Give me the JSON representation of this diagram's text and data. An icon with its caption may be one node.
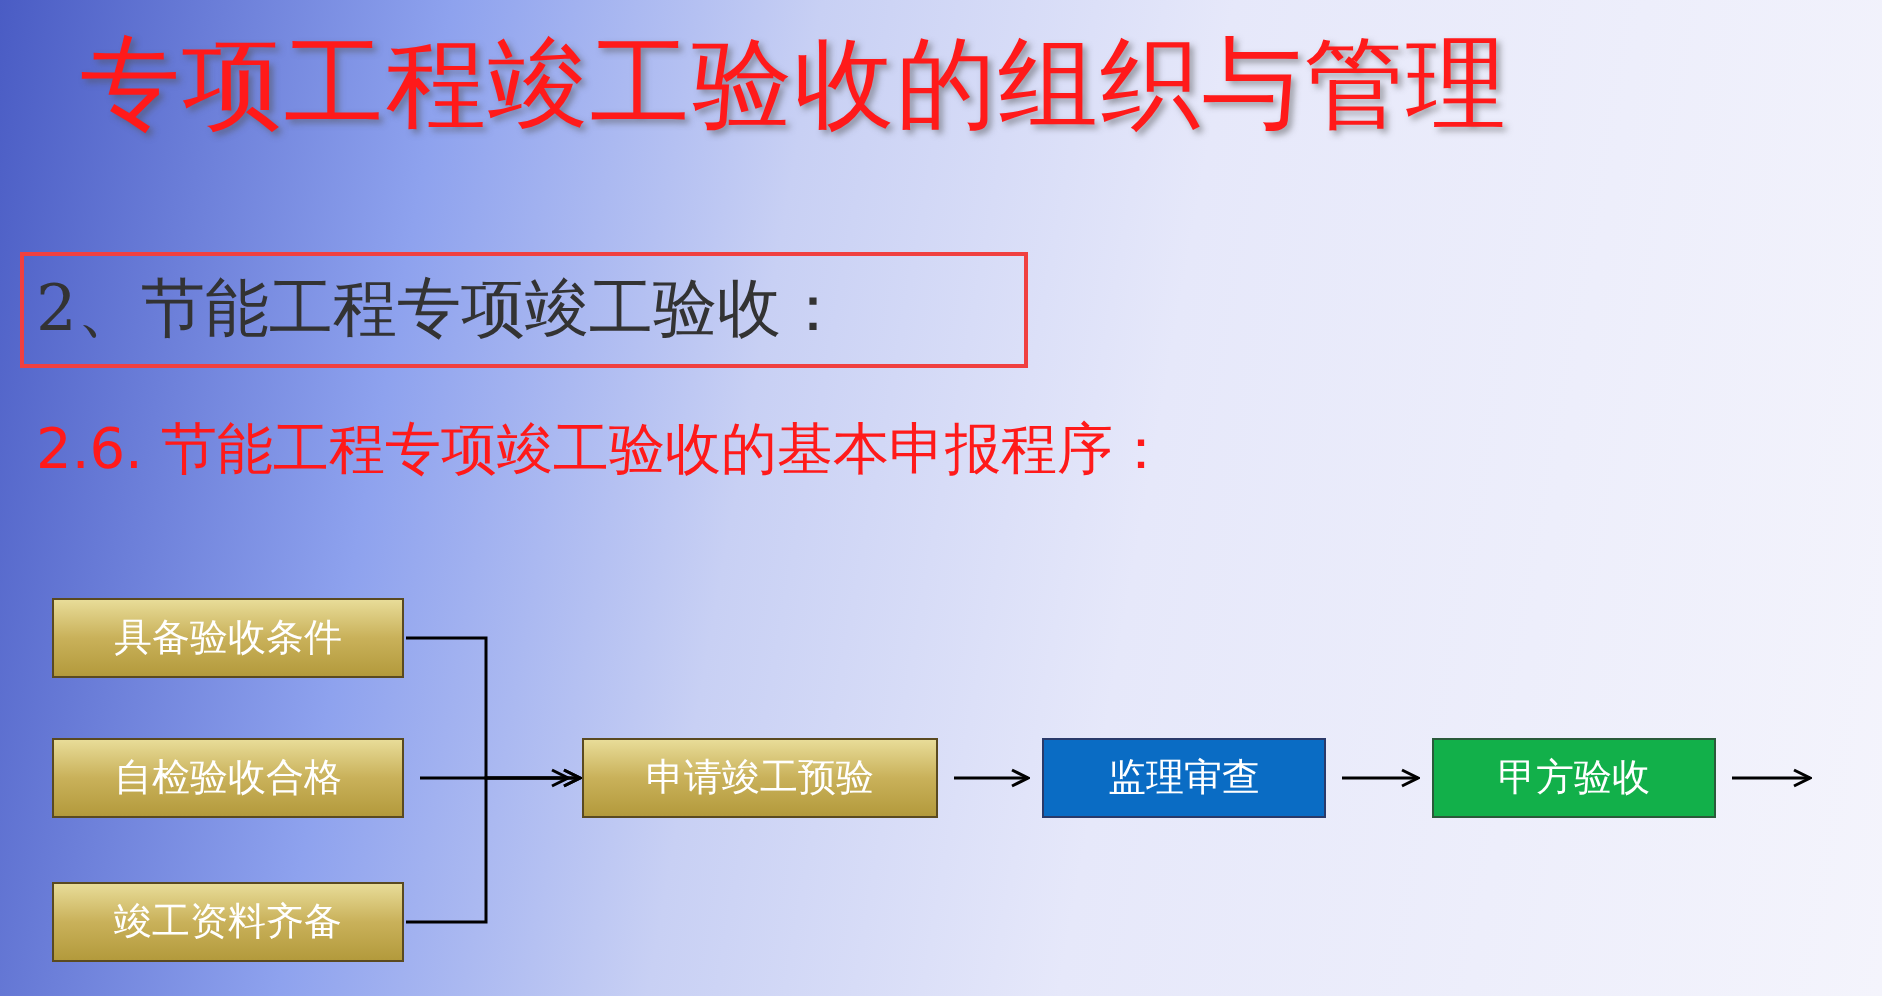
{
  "diagram": {
    "title": "专项工程竣工验收的组织与管理",
    "nodes": [
      {
        "text": [
          "2、节能工程专项竣工验收："
        ]
      },
      {
        "text": [
          "具备验收条件"
        ]
      },
      {
        "text": [
          "自检验收合格"
        ]
      },
      {
        "text": [
          "竣工资料齐备"
        ]
      },
      {
        "text": [
          "申请竣工预验"
        ]
      },
      {
        "text": [
          "监理审查"
        ]
      },
      {
        "text": [
          "甲方验收"
        ]
      }
    ],
    "edges": [
      {
        "from": 1,
        "to": 4,
        "arrow": "to"
      },
      {
        "from": 2,
        "to": 4,
        "arrow": "to"
      },
      {
        "from": 3,
        "to": 4,
        "arrow": "to"
      },
      {
        "from": 4,
        "to": 5,
        "arrow": "to"
      },
      {
        "from": 5,
        "to": 6,
        "arrow": "to"
      },
      {
        "from": 6,
        "to": null,
        "arrow": "to"
      }
    ],
    "labels": [
      "2.6. 节能工程专项竣工验收的基本申报程序："
    ]
  }
}
